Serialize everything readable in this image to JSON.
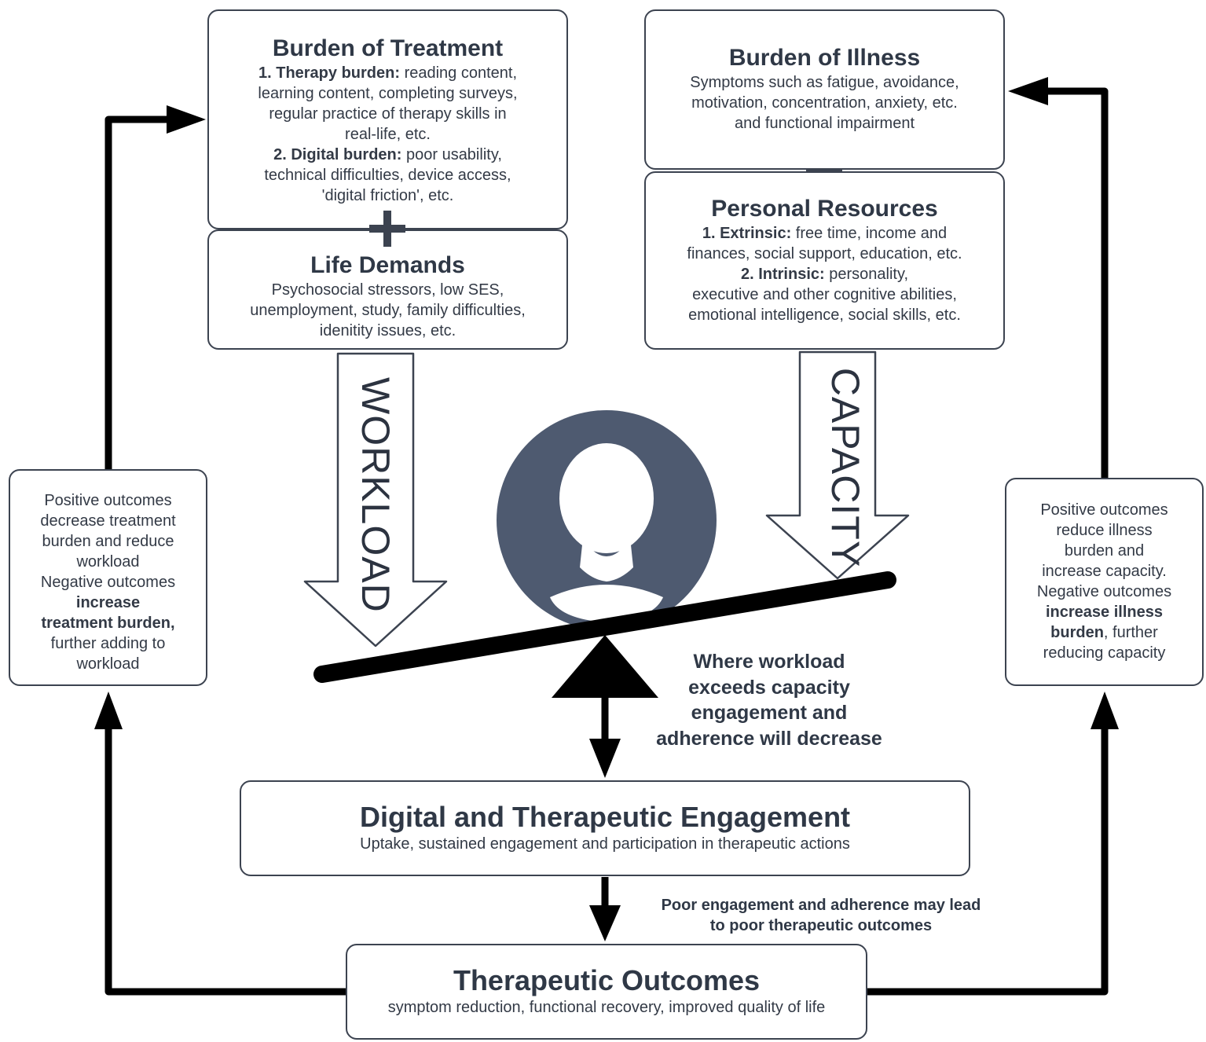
{
  "burden_treatment": {
    "title": "Burden of Treatment",
    "l1_label": "1. Therapy burden:",
    "l1_text": " reading content,",
    "l2": "learning content, completing surveys,",
    "l3": "regular practice of therapy skills in",
    "l4": "real-life, etc.",
    "l5_label": "2. Digital burden:",
    "l5_text": " poor usability,",
    "l6": "technical difficulties, device access,",
    "l7": "'digital friction', etc."
  },
  "life_demands": {
    "title": "Life Demands",
    "l1": "Psychosocial stressors, low SES,",
    "l2": "unemployment, study, family difficulties,",
    "l3": "idenitity issues, etc."
  },
  "burden_illness": {
    "title": "Burden of Illness",
    "l1": "Symptoms such as fatigue, avoidance,",
    "l2": "motivation, concentration, anxiety, etc.",
    "l3": "and functional impairment"
  },
  "personal_resources": {
    "title": "Personal Resources",
    "l1_label": "1. Extrinsic:",
    "l1_text": " free time, income and",
    "l2": "finances, social support, education, etc.",
    "l3_label": "2. Intrinsic:",
    "l3_text": " personality,",
    "l4": "executive and other cognitive abilities,",
    "l5": "emotional intelligence, social skills, etc."
  },
  "workload_label": "WORKLOAD",
  "capacity_label": "CAPACITY",
  "left_note": {
    "l1": "Positive outcomes",
    "l2": "decrease treatment",
    "l3": "burden and reduce",
    "l4": "workload",
    "l5": "Negative outcomes",
    "l6": "increase",
    "l7": "treatment burden,",
    "l8": "further adding to",
    "l9": "workload"
  },
  "right_note": {
    "l1": "Positive outcomes",
    "l2": "reduce illness",
    "l3": "burden and",
    "l4": "increase capacity.",
    "l5": "Negative outcomes",
    "l6": "increase illness",
    "l7a": "burden",
    "l7b": ", further",
    "l8": "reducing capacity"
  },
  "balance_note": {
    "l1": "Where workload",
    "l2": "exceeds capacity",
    "l3": "engagement and",
    "l4": "adherence will decrease"
  },
  "engagement": {
    "title": "Digital and Therapeutic Engagement",
    "subtitle": "Uptake, sustained engagement and participation in therapeutic actions"
  },
  "poor_note": {
    "l1": "Poor engagement and adherence may lead",
    "l2": "to poor therapeutic outcomes"
  },
  "outcomes": {
    "title": "Therapeutic Outcomes",
    "subtitle": "symptom reduction, functional recovery, improved quality of life"
  },
  "colors": {
    "avatar": "#4e5a70",
    "border": "#3c4350",
    "text": "#2f3846"
  },
  "icons": [
    "plus-icon",
    "person-avatar-icon",
    "down-arrow-icon",
    "seesaw-icon"
  ]
}
